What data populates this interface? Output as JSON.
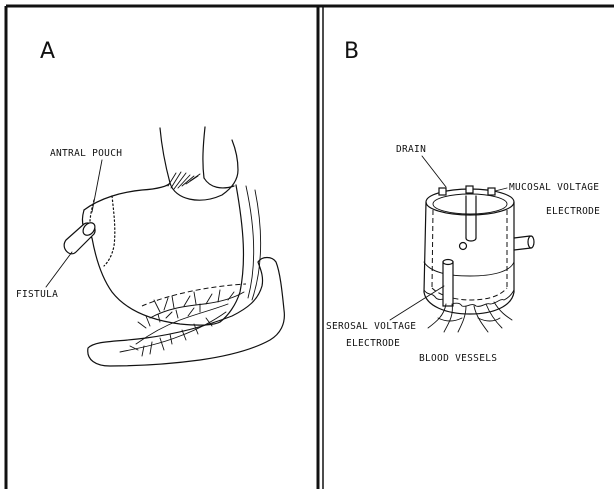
{
  "panels": [
    {
      "letter": "A",
      "labels": {
        "antral_pouch": "ANTRAL  POUCH",
        "fistula": "FISTULA"
      }
    },
    {
      "letter": "B",
      "labels": {
        "drain": "DRAIN",
        "mucosal_voltage": "MUCOSAL VOLTAGE",
        "mucosal_electrode": "ELECTRODE",
        "serosal_voltage": "SEROSAL VOLTAGE",
        "serosal_electrode": "ELECTRODE",
        "blood_vessels": "BLOOD  VESSELS"
      }
    }
  ]
}
